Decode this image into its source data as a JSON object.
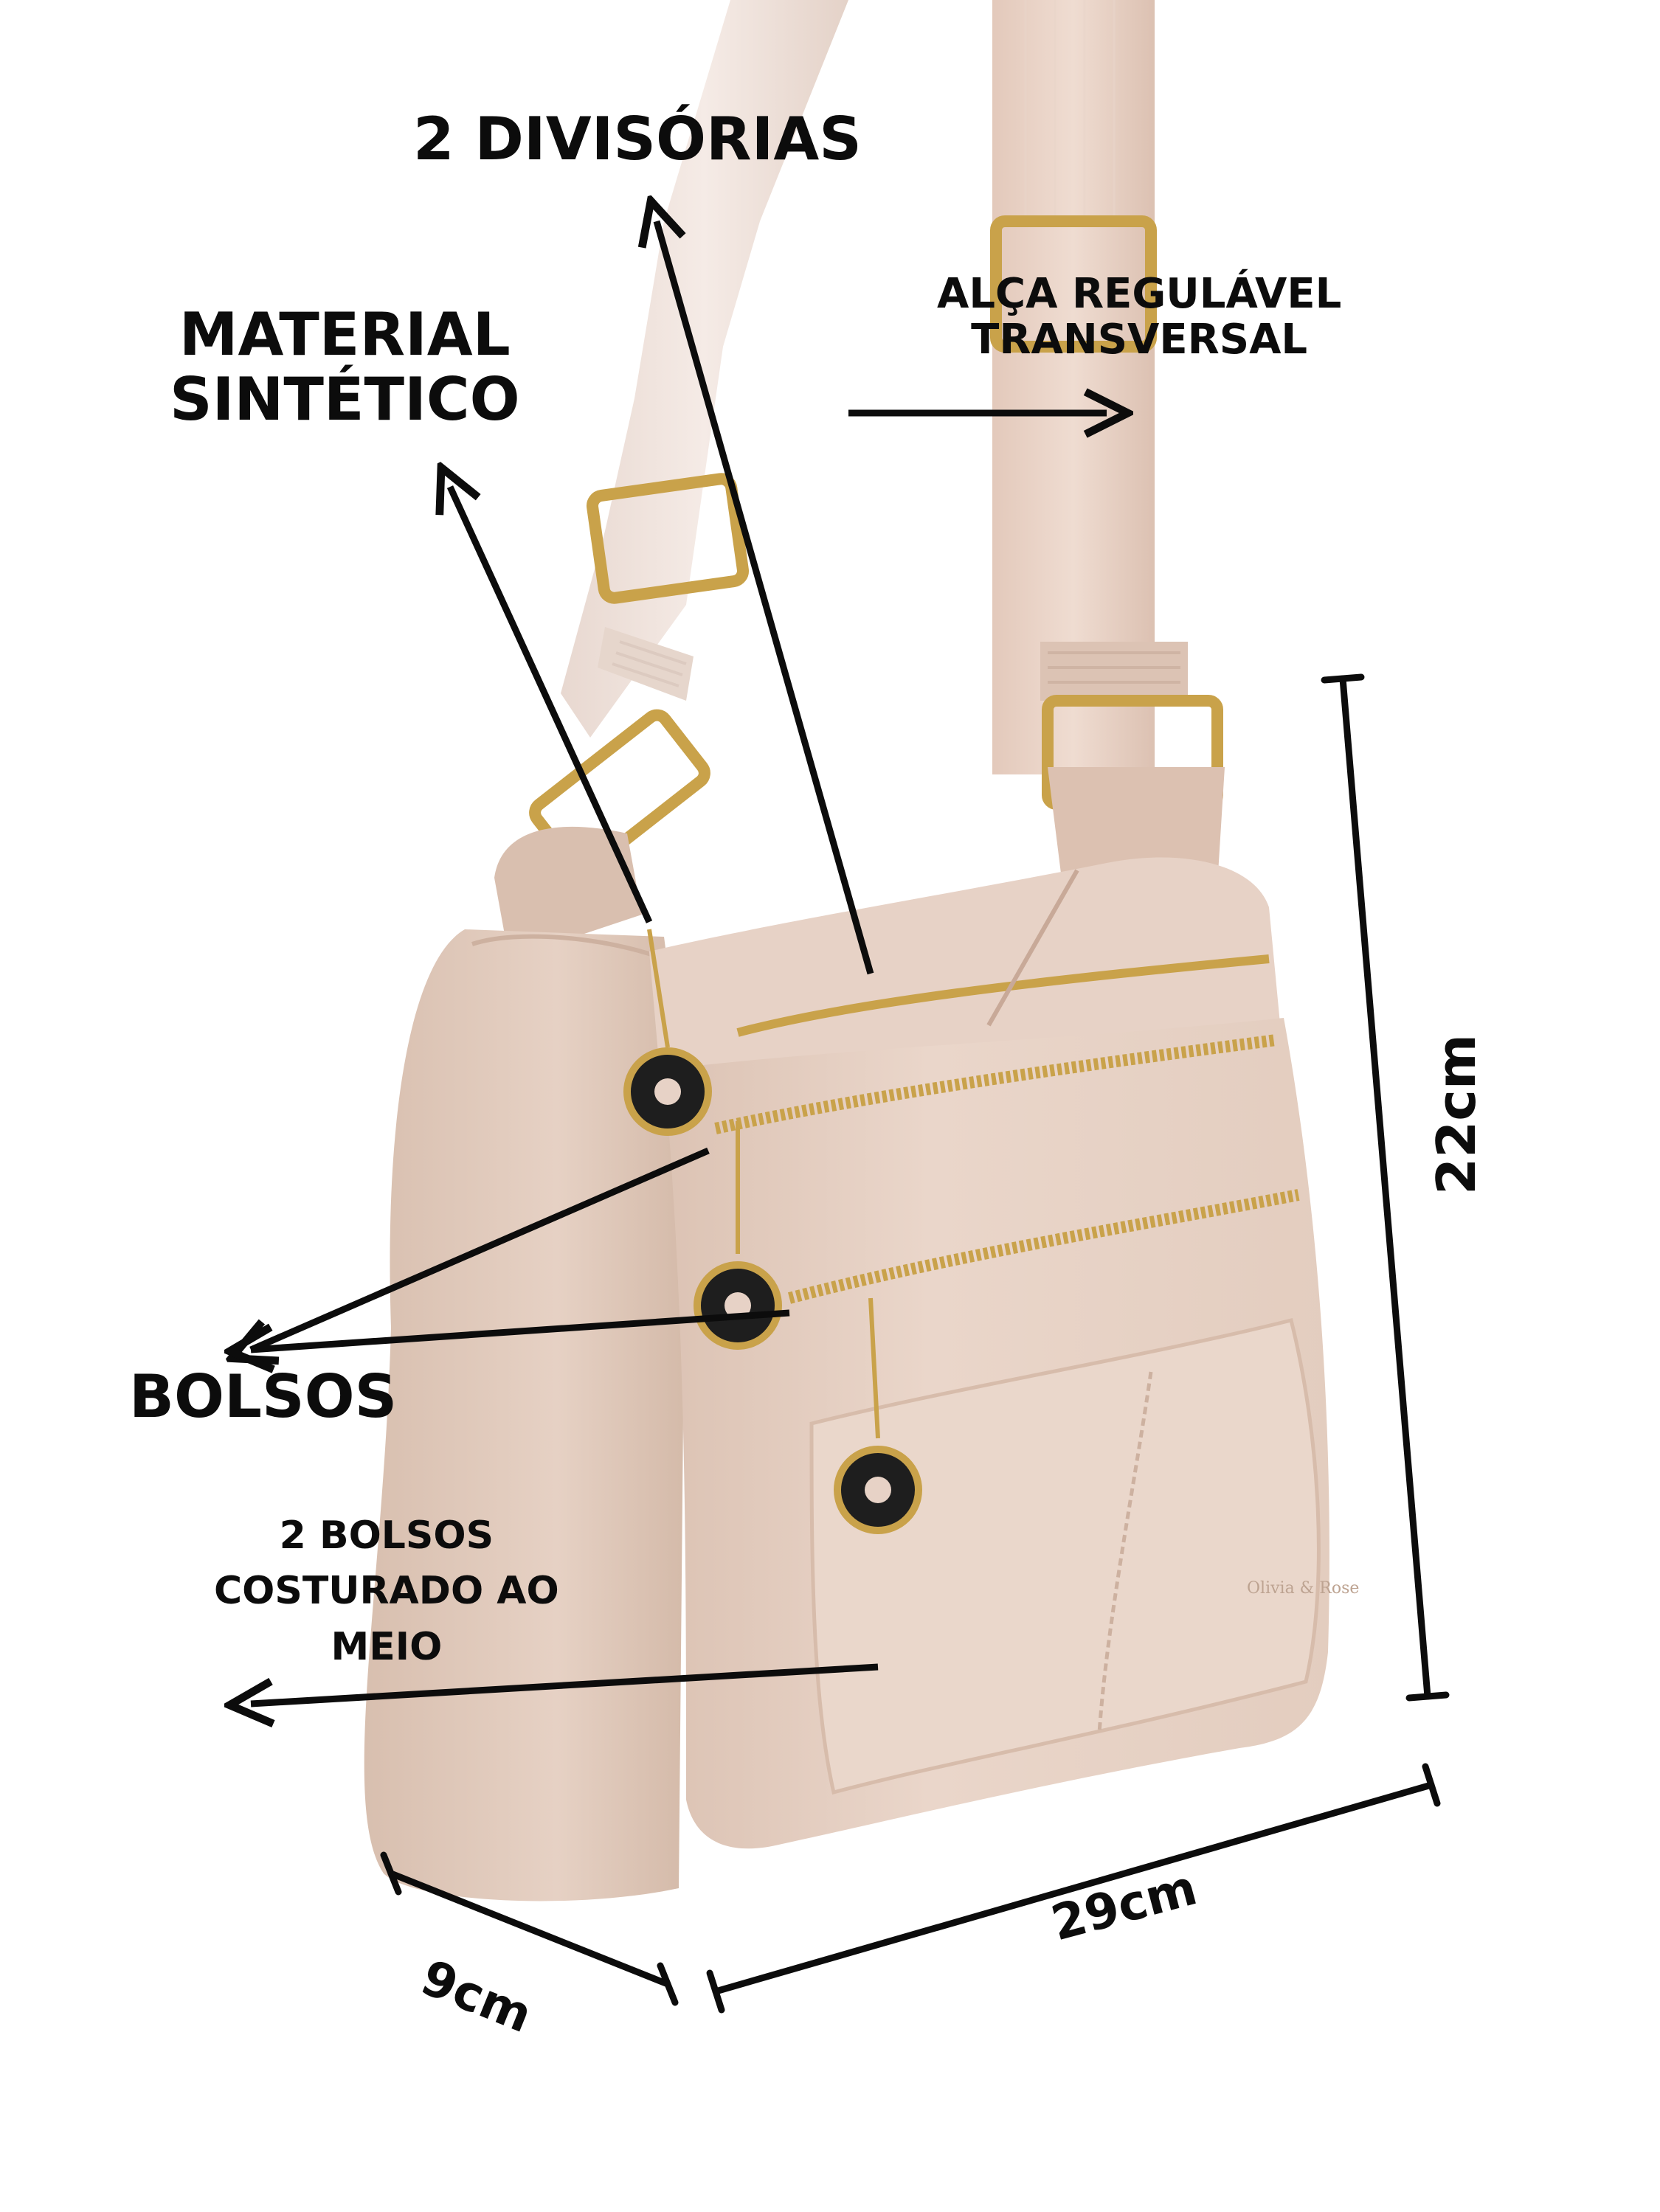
{
  "labels": {
    "divisorias": "2 DIVISÓRIAS",
    "material_line1": "MATERIAL",
    "material_line2": "SINTÉTICO",
    "alca_line1": "ALÇA REGULÁVEL",
    "alca_line2": "TRANSVERSAL",
    "bolsos": "BOLSOS",
    "bolsos_meio_line1": "2 BOLSOS",
    "bolsos_meio_line2": "COSTURADO AO",
    "bolsos_meio_line3": "MEIO",
    "height": "22cm",
    "depth": "9cm",
    "width": "29cm"
  },
  "colors": {
    "bag": "#e8d3c6",
    "bag_shadow": "#cdb3a3",
    "strap": "#f1e3dc",
    "hardware": "#c9a24a",
    "ink": "#0c0c0c"
  },
  "icons": [
    "arrow-icon",
    "dimension-line-icon",
    "zipper-icon",
    "zipper-pull-icon",
    "buckle-icon"
  ]
}
